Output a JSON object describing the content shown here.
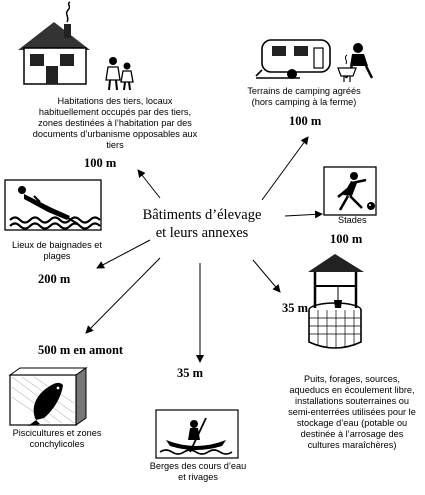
{
  "center": {
    "line1": "Bâtiments d’élevage",
    "line2": "et leurs annexes"
  },
  "items": {
    "habitations": {
      "lines": [
        "Habitations des tiers, locaux",
        "habituellement occupés par des tiers,",
        "zones destinées à l’habitation par des",
        "documents d’urbanisme opposables aux",
        "tiers"
      ],
      "distance": "100 m",
      "icon": "house-family-icon"
    },
    "camping": {
      "lines": [
        "Terrains de camping agréés",
        "(hors camping à la ferme)"
      ],
      "distance": "100 m",
      "icon": "caravan-camper-icon"
    },
    "stades": {
      "lines": [
        "Stades"
      ],
      "distance": "100 m",
      "icon": "bowling-player-icon"
    },
    "baignades": {
      "lines": [
        "Lieux de baignades et",
        "plages"
      ],
      "distance": "200 m",
      "icon": "swimmer-icon"
    },
    "puits": {
      "lines": [
        "Puits, forages, sources,",
        "aqueducs en écoulement libre,",
        "installations souterraines ou",
        "semi-enterrées utilisées pour le",
        "stockage d’eau (potable ou",
        "destinée à l’arrosage des",
        "cultures maraîchères)"
      ],
      "distance": "35 m",
      "icon": "water-well-icon"
    },
    "pisciculture": {
      "lines": [
        "Piscicultures et zones",
        "conchylicoles"
      ],
      "distance": "500 m en amont",
      "icon": "fish-icon"
    },
    "berges": {
      "lines": [
        "Berges des cours d’eau",
        "et rivages"
      ],
      "distance": "35 m",
      "icon": "canoe-icon"
    }
  }
}
